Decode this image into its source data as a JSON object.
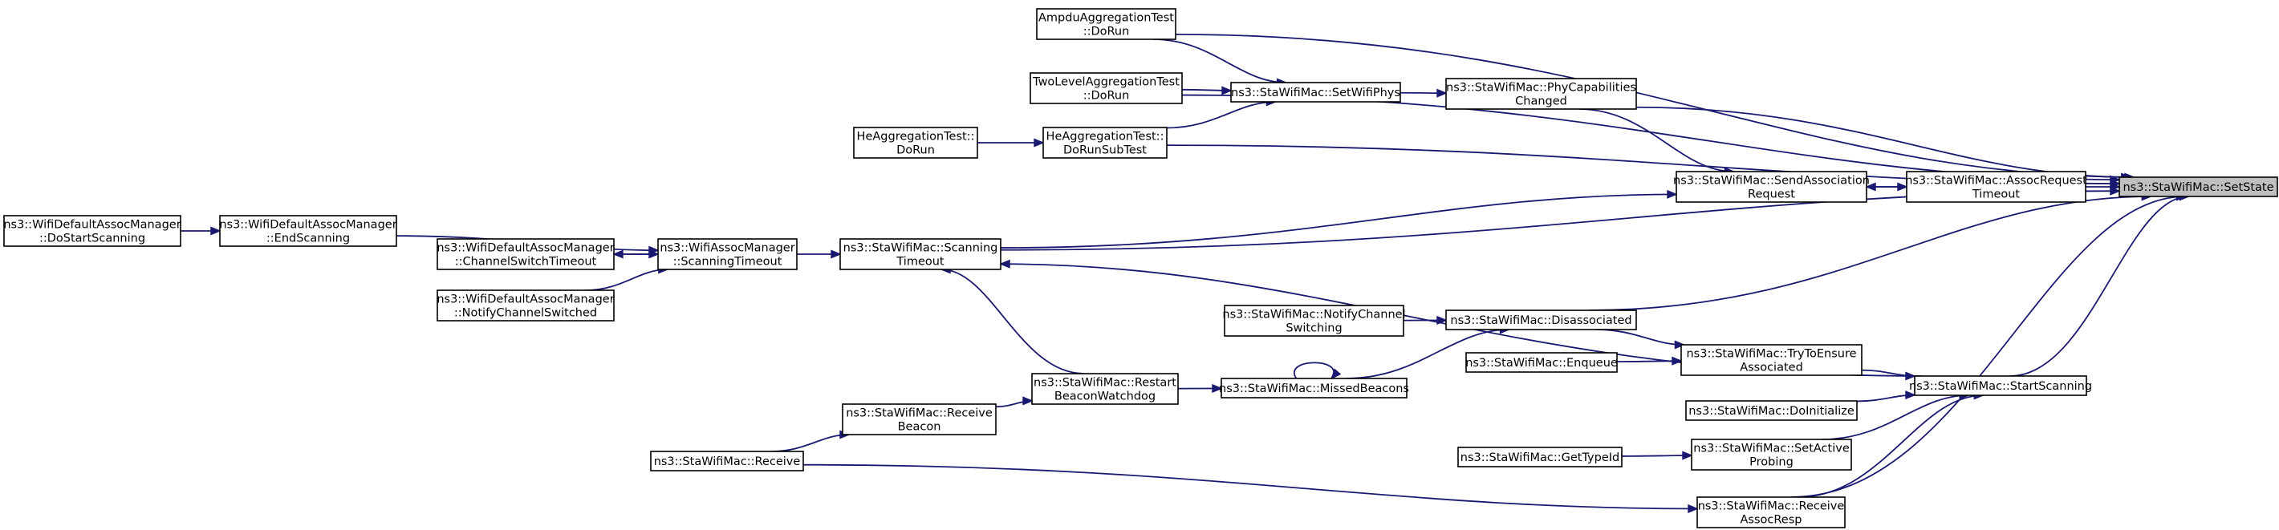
{
  "diagram": {
    "nodes": [
      {
        "id": "SetState",
        "lines": [
          "ns3::StaWifiMac::SetState"
        ],
        "root": true
      },
      {
        "id": "AmpduDoRun",
        "lines": [
          "AmpduAggregationTest",
          "::DoRun"
        ]
      },
      {
        "id": "TwoLevelDoRun",
        "lines": [
          "TwoLevelAggregationTest",
          "::DoRun"
        ]
      },
      {
        "id": "HeAggDoRun",
        "lines": [
          "HeAggregationTest::",
          "DoRun"
        ]
      },
      {
        "id": "HeAggDoRunSubTest",
        "lines": [
          "HeAggregationTest::",
          "DoRunSubTest"
        ]
      },
      {
        "id": "SetWifiPhys",
        "lines": [
          "ns3::StaWifiMac::SetWifiPhys"
        ]
      },
      {
        "id": "PhyCapChanged",
        "lines": [
          "ns3::StaWifiMac::PhyCapabilities",
          "Changed"
        ]
      },
      {
        "id": "SendAssocReq",
        "lines": [
          "ns3::StaWifiMac::SendAssociation",
          "Request"
        ]
      },
      {
        "id": "AssocReqTimeout",
        "lines": [
          "ns3::StaWifiMac::AssocRequest",
          "Timeout"
        ]
      },
      {
        "id": "DoStartScanning",
        "lines": [
          "ns3::WifiDefaultAssocManager",
          "::DoStartScanning"
        ]
      },
      {
        "id": "EndScanning",
        "lines": [
          "ns3::WifiDefaultAssocManager",
          "::EndScanning"
        ]
      },
      {
        "id": "ChannelSwitchTimeout",
        "lines": [
          "ns3::WifiDefaultAssocManager",
          "::ChannelSwitchTimeout"
        ]
      },
      {
        "id": "NotifyChannelSwitched",
        "lines": [
          "ns3::WifiDefaultAssocManager",
          "::NotifyChannelSwitched"
        ]
      },
      {
        "id": "ScanningTimeoutMgr",
        "lines": [
          "ns3::WifiAssocManager",
          "::ScanningTimeout"
        ]
      },
      {
        "id": "ScanningTimeoutSta",
        "lines": [
          "ns3::StaWifiMac::Scanning",
          "Timeout"
        ]
      },
      {
        "id": "NotifyChannelSwitching",
        "lines": [
          "ns3::StaWifiMac::NotifyChannel",
          "Switching"
        ]
      },
      {
        "id": "Disassociated",
        "lines": [
          "ns3::StaWifiMac::Disassociated"
        ]
      },
      {
        "id": "MissedBeacons",
        "lines": [
          "ns3::StaWifiMac::MissedBeacons"
        ]
      },
      {
        "id": "RestartBeaconWatchdog",
        "lines": [
          "ns3::StaWifiMac::Restart",
          "BeaconWatchdog"
        ]
      },
      {
        "id": "ReceiveBeacon",
        "lines": [
          "ns3::StaWifiMac::Receive",
          "Beacon"
        ]
      },
      {
        "id": "Receive",
        "lines": [
          "ns3::StaWifiMac::Receive"
        ]
      },
      {
        "id": "Enqueue",
        "lines": [
          "ns3::StaWifiMac::Enqueue"
        ]
      },
      {
        "id": "TryToEnsureAssociated",
        "lines": [
          "ns3::StaWifiMac::TryToEnsure",
          "Associated"
        ]
      },
      {
        "id": "DoInitialize",
        "lines": [
          "ns3::StaWifiMac::DoInitialize"
        ]
      },
      {
        "id": "StartScanning",
        "lines": [
          "ns3::StaWifiMac::StartScanning"
        ]
      },
      {
        "id": "GetTypeId",
        "lines": [
          "ns3::StaWifiMac::GetTypeId"
        ]
      },
      {
        "id": "SetActiveProbing",
        "lines": [
          "ns3::StaWifiMac::SetActive",
          "Probing"
        ]
      },
      {
        "id": "ReceiveAssocResp",
        "lines": [
          "ns3::StaWifiMac::Receive",
          "AssocResp"
        ]
      }
    ],
    "edges": [
      {
        "from": "AmpduDoRun",
        "to": "SetState"
      },
      {
        "from": "TwoLevelDoRun",
        "to": "SetState"
      },
      {
        "from": "PhyCapChanged",
        "to": "SetState"
      },
      {
        "from": "HeAggDoRunSubTest",
        "to": "SetState"
      },
      {
        "from": "AssocReqTimeout",
        "to": "SetState"
      },
      {
        "from": "ScanningTimeoutSta",
        "to": "SetState"
      },
      {
        "from": "Disassociated",
        "to": "SetState"
      },
      {
        "from": "StartScanning",
        "to": "SetState"
      },
      {
        "from": "ReceiveAssocResp",
        "to": "SetState"
      },
      {
        "from": "SetWifiPhys",
        "to": "PhyCapChanged"
      },
      {
        "from": "AmpduDoRun",
        "to": "SetWifiPhys"
      },
      {
        "from": "TwoLevelDoRun",
        "to": "SetWifiPhys"
      },
      {
        "from": "HeAggDoRunSubTest",
        "to": "SetWifiPhys"
      },
      {
        "from": "HeAggDoRun",
        "to": "HeAggDoRunSubTest"
      },
      {
        "from": "PhyCapChanged",
        "to": "SendAssocReq"
      },
      {
        "from": "ScanningTimeoutSta",
        "to": "SendAssocReq"
      },
      {
        "from": "AssocReqTimeout",
        "to": "SendAssocReq"
      },
      {
        "from": "SendAssocReq",
        "to": "AssocReqTimeout"
      },
      {
        "from": "DoStartScanning",
        "to": "EndScanning"
      },
      {
        "from": "EndScanning",
        "to": "ScanningTimeoutMgr"
      },
      {
        "from": "ChannelSwitchTimeout",
        "to": "ScanningTimeoutMgr"
      },
      {
        "from": "NotifyChannelSwitched",
        "to": "ScanningTimeoutMgr"
      },
      {
        "from": "ScanningTimeoutMgr",
        "to": "ChannelSwitchTimeout"
      },
      {
        "from": "ScanningTimeoutMgr",
        "to": "ScanningTimeoutSta"
      },
      {
        "from": "StartScanning",
        "to": "ScanningTimeoutSta"
      },
      {
        "from": "RestartBeaconWatchdog",
        "to": "ScanningTimeoutSta"
      },
      {
        "from": "NotifyChannelSwitching",
        "to": "Disassociated"
      },
      {
        "from": "MissedBeacons",
        "to": "Disassociated"
      },
      {
        "from": "MissedBeacons",
        "to": "MissedBeacons"
      },
      {
        "from": "RestartBeaconWatchdog",
        "to": "MissedBeacons"
      },
      {
        "from": "ReceiveBeacon",
        "to": "RestartBeaconWatchdog"
      },
      {
        "from": "Receive",
        "to": "ReceiveBeacon"
      },
      {
        "from": "Disassociated",
        "to": "TryToEnsureAssociated"
      },
      {
        "from": "Enqueue",
        "to": "TryToEnsureAssociated"
      },
      {
        "from": "TryToEnsureAssociated",
        "to": "StartScanning"
      },
      {
        "from": "DoInitialize",
        "to": "StartScanning"
      },
      {
        "from": "SetActiveProbing",
        "to": "StartScanning"
      },
      {
        "from": "ReceiveAssocResp",
        "to": "StartScanning"
      },
      {
        "from": "GetTypeId",
        "to": "SetActiveProbing"
      },
      {
        "from": "Receive",
        "to": "ReceiveAssocResp"
      }
    ]
  }
}
